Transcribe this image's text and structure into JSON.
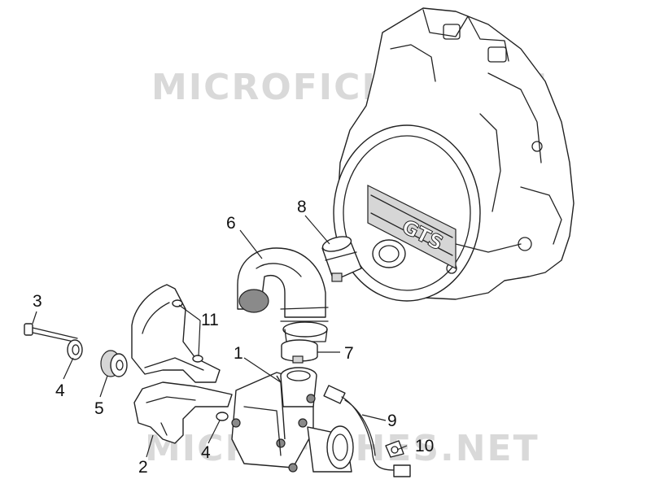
{
  "watermarks": [
    "MICROFICHES.NET",
    "MICROFICHES.NET"
  ],
  "engine_cover_logo": "GTS",
  "callouts": [
    {
      "id": "c1",
      "label": "1"
    },
    {
      "id": "c2",
      "label": "2"
    },
    {
      "id": "c3",
      "label": "3"
    },
    {
      "id": "c4a",
      "label": "4"
    },
    {
      "id": "c4b",
      "label": "4"
    },
    {
      "id": "c5",
      "label": "5"
    },
    {
      "id": "c6",
      "label": "6"
    },
    {
      "id": "c7",
      "label": "7"
    },
    {
      "id": "c8",
      "label": "8"
    },
    {
      "id": "c9",
      "label": "9"
    },
    {
      "id": "c10",
      "label": "10"
    },
    {
      "id": "c11",
      "label": "11"
    }
  ]
}
